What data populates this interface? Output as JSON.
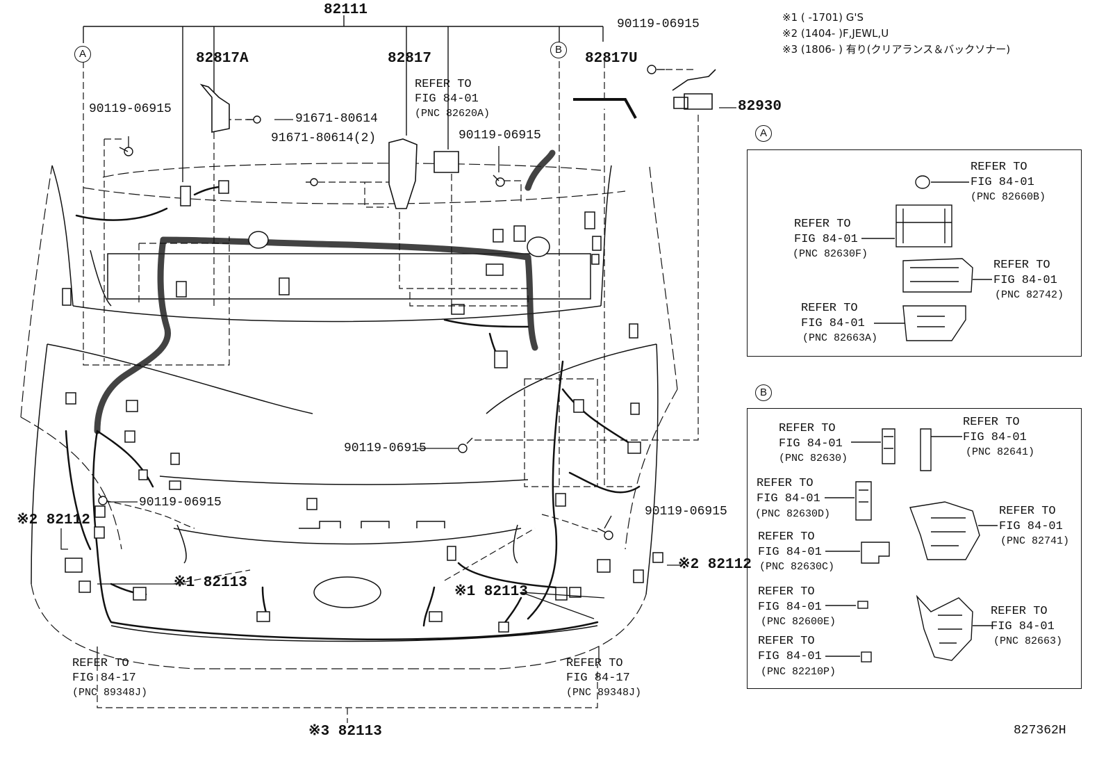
{
  "notes": [
    "※1 (      -1701) G'S",
    "※2 (1404-      )F,JEWL,U",
    "※3 (1806-      ) 有り(クリアランス＆バックソナー)"
  ],
  "main_harness": "82111",
  "callouts": {
    "A": "A",
    "B": "B"
  },
  "parts": {
    "p82817A": "82817A",
    "p82817": "82817",
    "p82817U": "82817U",
    "p82930": "82930",
    "bolt_top": "90119-06915",
    "bolt_left_top": "90119-06915",
    "bolt_mid": "90119-06915",
    "bolt_center": "90119-06915",
    "bolt_left_low": "90119-06915",
    "bolt_right_low": "90119-06915",
    "clip1": "91671-80614",
    "clip2": "91671-80614(2)",
    "left_82112": "※2 82112",
    "right_82112": "※2 82112",
    "left_82113": "※1 82113",
    "mid_82113": "※1 82113",
    "bottom_82113": "※3 82113",
    "figure_id": "827362H"
  },
  "refs": {
    "top": {
      "l1": "REFER TO",
      "l2": "FIG 84-01",
      "pnc": "(PNC 82620A)"
    },
    "left_low": {
      "l1": "REFER TO",
      "l2": "FIG 84-17",
      "pnc": "(PNC 89348J)"
    },
    "right_low": {
      "l1": "REFER TO",
      "l2": "FIG 84-17",
      "pnc": "(PNC 89348J)"
    }
  },
  "panel_a": [
    {
      "l1": "REFER TO",
      "l2": "FIG 84-01",
      "pnc": "(PNC 82660B)"
    },
    {
      "l1": "REFER TO",
      "l2": "FIG 84-01",
      "pnc": "(PNC 82630F)"
    },
    {
      "l1": "REFER TO",
      "l2": "FIG 84-01",
      "pnc": "(PNC 82742)"
    },
    {
      "l1": "REFER TO",
      "l2": "FIG 84-01",
      "pnc": "(PNC 82663A)"
    }
  ],
  "panel_b": [
    {
      "l1": "REFER TO",
      "l2": "FIG 84-01",
      "pnc": "(PNC 82630)"
    },
    {
      "l1": "REFER TO",
      "l2": "FIG 84-01",
      "pnc": "(PNC 82641)"
    },
    {
      "l1": "REFER TO",
      "l2": "FIG 84-01",
      "pnc": "(PNC 82630D)"
    },
    {
      "l1": "REFER TO",
      "l2": "FIG 84-01",
      "pnc": "(PNC 82741)"
    },
    {
      "l1": "REFER TO",
      "l2": "FIG 84-01",
      "pnc": "(PNC 82630C)"
    },
    {
      "l1": "REFER TO",
      "l2": "FIG 84-01",
      "pnc": "(PNC 82600E)"
    },
    {
      "l1": "REFER TO",
      "l2": "FIG 84-01",
      "pnc": "(PNC 82663)"
    },
    {
      "l1": "REFER TO",
      "l2": "FIG 84-01",
      "pnc": "(PNC 82210P)"
    }
  ]
}
